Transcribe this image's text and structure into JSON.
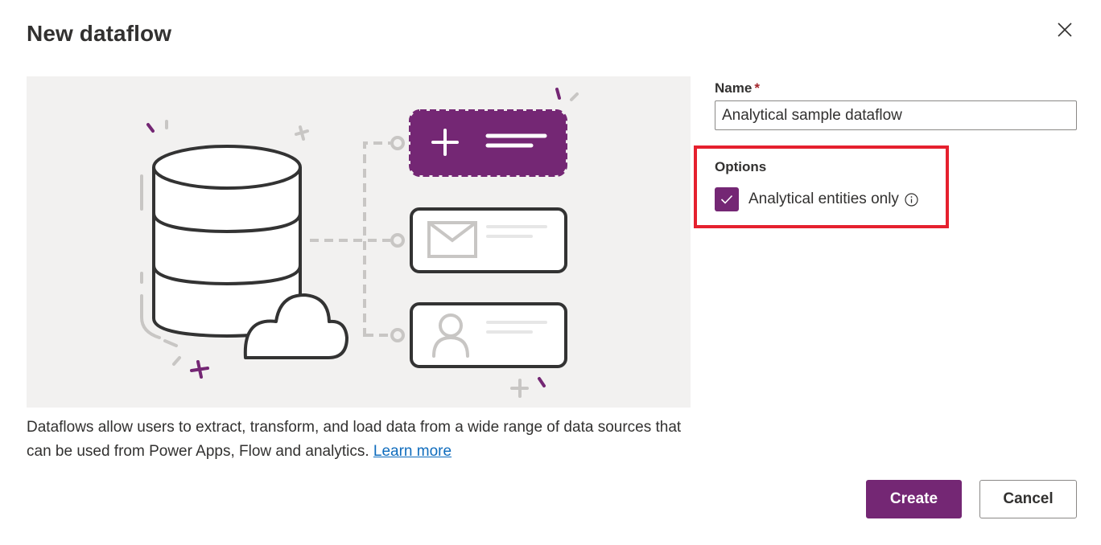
{
  "dialog": {
    "title": "New dataflow",
    "close_icon": "close-icon"
  },
  "illustration": {
    "description": "Database with cloud connected to three cards: add entity, email, contact",
    "colors": {
      "background": "#f2f1f0",
      "accent": "#742774",
      "stroke": "#333333",
      "muted": "#c8c6c4"
    }
  },
  "description": {
    "text": "Dataflows allow users to extract, transform, and load data from a wide range of data sources that can be used from Power Apps, Flow and analytics.",
    "link_label": "Learn more"
  },
  "form": {
    "name_label": "Name",
    "required_marker": "*",
    "name_value": "Analytical sample dataflow",
    "options_label": "Options",
    "checkbox_label": "Analytical entities only",
    "checkbox_checked": true,
    "info_icon": "info-icon"
  },
  "footer": {
    "create_label": "Create",
    "cancel_label": "Cancel"
  },
  "colors": {
    "brand": "#742774",
    "highlight": "#e5202e",
    "link": "#0f6cbd",
    "required": "#a4262c"
  }
}
